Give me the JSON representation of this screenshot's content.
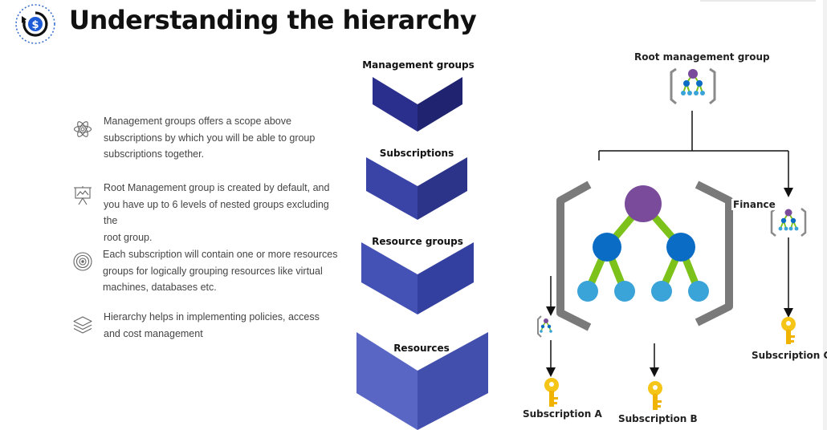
{
  "slide": {
    "title": "Understanding the hierarchy",
    "bullets": [
      {
        "icon": "atom-icon",
        "lines": [
          "Management groups offers a scope above",
          "subscriptions by which you will be able to group",
          "subscriptions together."
        ]
      },
      {
        "icon": "presentation-board-icon",
        "lines": [
          "Root Management group is created by default, and",
          "you have up to 6 levels of nested groups excluding the",
          "root group."
        ]
      },
      {
        "icon": "target-icon",
        "lines": [
          "Each subscription will contain one or more resources",
          "groups for logically grouping resources like virtual",
          "machines, databases etc."
        ]
      },
      {
        "icon": "layers-icon",
        "lines": [
          "Hierarchy helps in implementing policies, access",
          "and cost management"
        ]
      }
    ],
    "chevrons": {
      "labels": [
        "Management groups",
        "Subscriptions",
        "Resource groups",
        "Resources"
      ],
      "colors": [
        "#2b2f8f",
        "#3a44a8",
        "#4351b6",
        "#5a67c4"
      ]
    },
    "diagram": {
      "root_label": "Root management group",
      "finance_label": "Finance",
      "subscription_a": "Subscription A",
      "subscription_b": "Subscription B",
      "subscription_c": "Subscription C",
      "colors": {
        "bracket": "#7a7a7a",
        "purple_node": "#7a4a9b",
        "blue_node": "#0a6cc4",
        "light_node": "#3aa3d8",
        "branch": "#7cc21a",
        "key": "#f5c518"
      }
    }
  }
}
